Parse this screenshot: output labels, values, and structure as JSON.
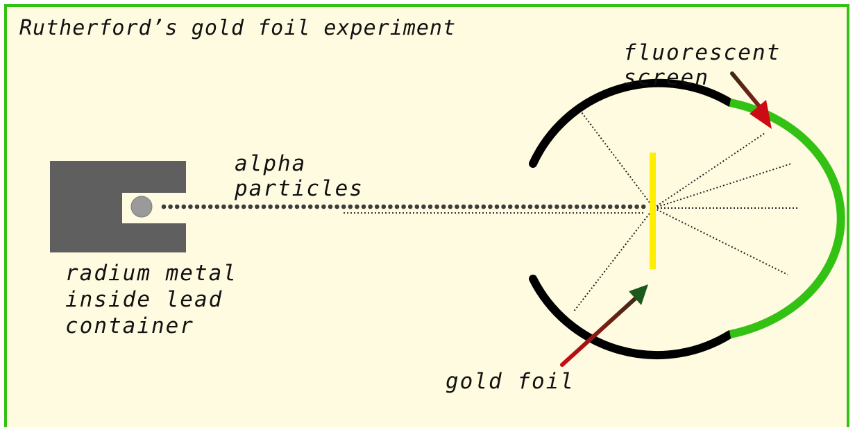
{
  "title": "Rutherford’s gold foil experiment",
  "labels": {
    "alpha_line1": "alpha",
    "alpha_line2": "particles",
    "source_line1": "radium metal",
    "source_line2": "inside lead",
    "source_line3": "container",
    "screen_line1": "fluorescent",
    "screen_line2": "screen",
    "foil": "gold foil"
  },
  "colors": {
    "background": "#fffbe0",
    "border": "#33c114",
    "lead_container": "#5f5f5f",
    "radium": "#9a9a9a",
    "screen_black": "#000000",
    "screen_green": "#33c114",
    "gold_foil": "#ffee00",
    "arrow_head_red": "#cc0b14",
    "arrow_head_green": "#1c5a1c"
  },
  "icons": {
    "screen_pointer": "arrow-icon",
    "foil_pointer": "arrow-icon"
  }
}
